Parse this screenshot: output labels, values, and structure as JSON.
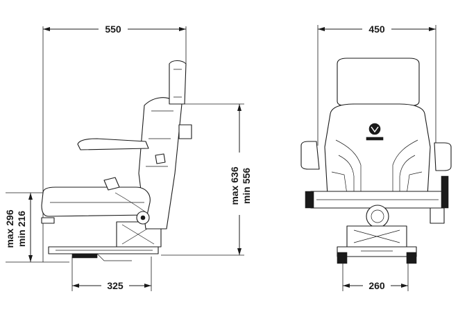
{
  "dimensions": {
    "side_depth": "550",
    "side_height_line1": "max 636",
    "side_height_line2": "min 556",
    "side_seat_height_line1": "max 296",
    "side_seat_height_line2": "min 216",
    "side_base": "325",
    "front_width": "450",
    "front_base": "260"
  },
  "icons": {
    "side_view": "seat-side-view-icon",
    "front_view": "seat-front-view-icon",
    "logo": "brand-logo-icon"
  }
}
